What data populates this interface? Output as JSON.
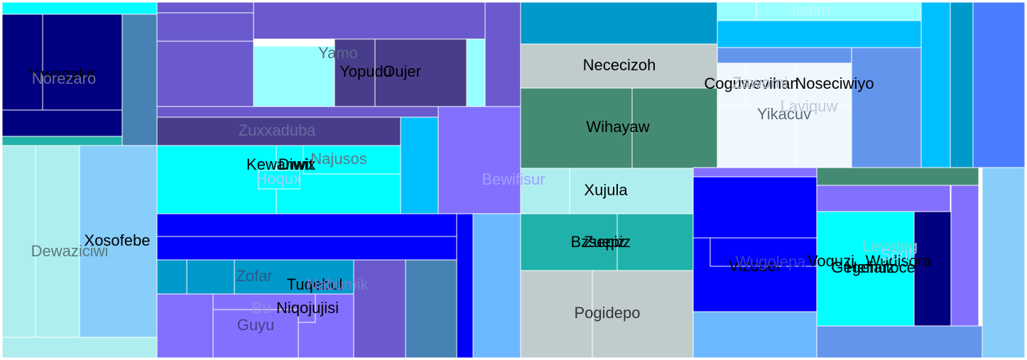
{
  "chart_data": {
    "type": "treemap",
    "title": "",
    "cells": [
      {
        "label": "",
        "color": "#00ffff"
      },
      {
        "label": "Yiwaqakir",
        "color": "#000080"
      },
      {
        "label": "Norezaro",
        "color": "#000080"
      },
      {
        "label": "",
        "color": "#000080"
      },
      {
        "label": "",
        "color": "#4682b4"
      },
      {
        "label": "",
        "color": "#20b2aa"
      },
      {
        "label": "Dewaziciwi",
        "color": "#afeeee"
      },
      {
        "label": "",
        "color": "#afeeee"
      },
      {
        "label": "Xosofebe",
        "color": "#87cefa"
      },
      {
        "label": "",
        "color": "#afeeee"
      },
      {
        "label": "",
        "color": "#6a5acd"
      },
      {
        "label": "",
        "color": "#6a5acd"
      },
      {
        "label": "",
        "color": "#6a5acd"
      },
      {
        "label": "",
        "color": "#6a5acd"
      },
      {
        "label": "Yamo",
        "color": "#9affff"
      },
      {
        "label": "Yopudu",
        "color": "#483d8b"
      },
      {
        "label": "Oujer",
        "color": "#483d8b"
      },
      {
        "label": "",
        "color": "#9affff"
      },
      {
        "label": "",
        "color": "#6a5acd"
      },
      {
        "label": "",
        "color": "#6a5acd"
      },
      {
        "label": "Zuxxaduba",
        "color": "#483d8b"
      },
      {
        "label": "Kewanwit",
        "color": "#00ffff"
      },
      {
        "label": "Diwix",
        "color": "#00ffff"
      },
      {
        "label": "Najusos",
        "color": "#00ffff"
      },
      {
        "label": "Hoqux",
        "color": "#00ffff"
      },
      {
        "label": "",
        "color": "#00bfff"
      },
      {
        "label": "Bewifisur",
        "color": "#8470ff"
      },
      {
        "label": "",
        "color": "#0000ff"
      },
      {
        "label": "",
        "color": "#0000ff"
      },
      {
        "label": "",
        "color": "#0000ff"
      },
      {
        "label": "",
        "color": "#6cb8ff"
      },
      {
        "label": "",
        "color": "#0099cc"
      },
      {
        "label": "Zofar",
        "color": "#0099cc"
      },
      {
        "label": "Tuqebul",
        "color": "#0099cc"
      },
      {
        "label": "Nabumik",
        "color": "#6a5acd"
      },
      {
        "label": "",
        "color": "#4682b4"
      },
      {
        "label": "",
        "color": "#8470ff"
      },
      {
        "label": "Niqojujisi",
        "color": "#8470ff"
      },
      {
        "label": "Bu",
        "color": "#8470ff"
      },
      {
        "label": "Guyu",
        "color": "#8470ff"
      },
      {
        "label": "",
        "color": "#0099cc"
      },
      {
        "label": "Nececizoh",
        "color": "#c0cccc"
      },
      {
        "label": "Wihayaw",
        "color": "#458b74"
      },
      {
        "label": "",
        "color": "#458b74"
      },
      {
        "label": "Xujula",
        "color": "#afeeee"
      },
      {
        "label": "",
        "color": "#afeeee"
      },
      {
        "label": "Bzsepiz",
        "color": "#20b2aa"
      },
      {
        "label": "Zuepiz",
        "color": "#20b2aa"
      },
      {
        "label": "Pogidepo",
        "color": "#c0cccc"
      },
      {
        "label": "",
        "color": "#c0cccc"
      },
      {
        "label": "Judim",
        "color": "#9affff"
      },
      {
        "label": "",
        "color": "#9affff"
      },
      {
        "label": "",
        "color": "#00bfff"
      },
      {
        "label": "",
        "color": "#6495ed"
      },
      {
        "label": "Coguwevihan",
        "color": "#f0f8ff"
      },
      {
        "label": "Noseciwiyo",
        "color": "#f0f8ff"
      },
      {
        "label": "Zaworni",
        "color": "#f0f8ff"
      },
      {
        "label": "Yikacuv",
        "color": "#f0f8ff"
      },
      {
        "label": "Laviquw",
        "color": "#f0f8ff"
      },
      {
        "label": "",
        "color": "#6495ed"
      },
      {
        "label": "",
        "color": "#00bfff"
      },
      {
        "label": "",
        "color": "#0099cc"
      },
      {
        "label": "",
        "color": "#4a7dff"
      },
      {
        "label": "",
        "color": "#87cefa"
      },
      {
        "label": "",
        "color": "#8470ff"
      },
      {
        "label": "Vizober",
        "color": "#0000ff"
      },
      {
        "label": "Wugolepa",
        "color": "#0000ff"
      },
      {
        "label": "",
        "color": "#0000ff"
      },
      {
        "label": "",
        "color": "#6cb8ff"
      },
      {
        "label": "",
        "color": "#458b74"
      },
      {
        "label": "",
        "color": "#8470ff"
      },
      {
        "label": "Voquzi",
        "color": "#00ffff"
      },
      {
        "label": "Gegenuz",
        "color": "#00ffff"
      },
      {
        "label": "Hefiaitoce",
        "color": "#00ffff"
      },
      {
        "label": "Levateg",
        "color": "#00ffff"
      },
      {
        "label": "Wudisora",
        "color": "#000080"
      },
      {
        "label": "Sorif",
        "color": "#8470ff"
      },
      {
        "label": "",
        "color": "#6495ed"
      }
    ]
  }
}
